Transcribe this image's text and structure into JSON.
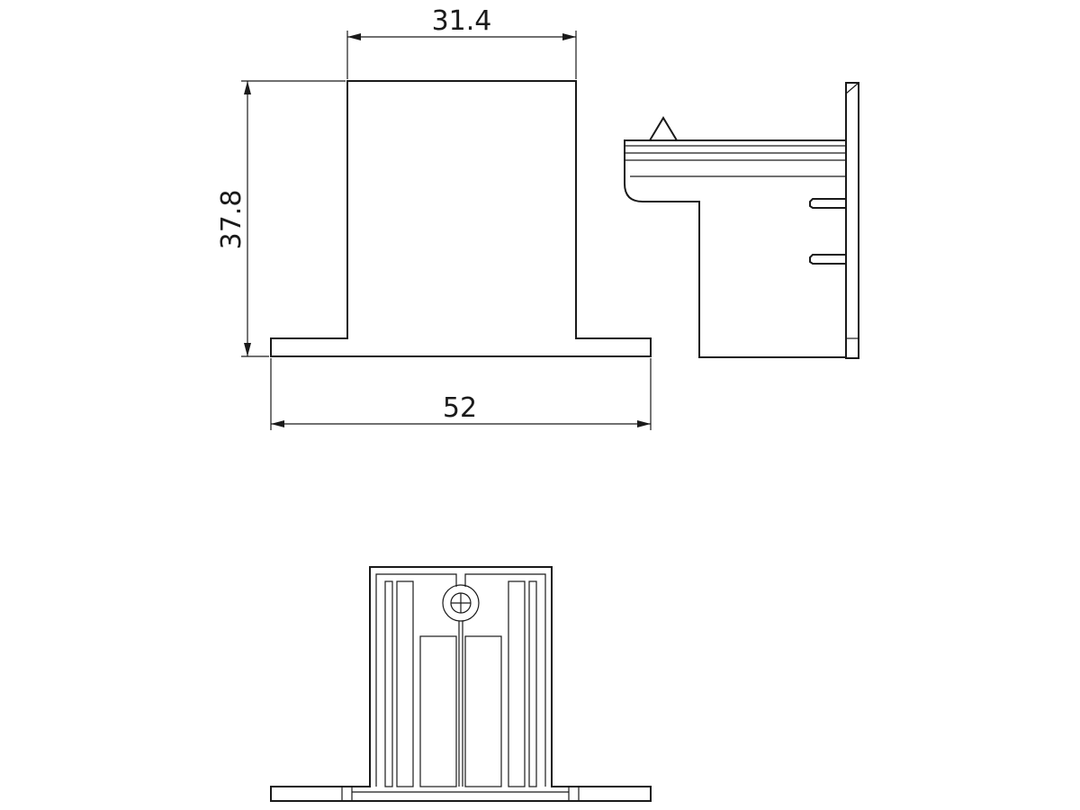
{
  "dimensions": {
    "top_width": "31.4",
    "height": "37.8",
    "base_width": "52"
  }
}
